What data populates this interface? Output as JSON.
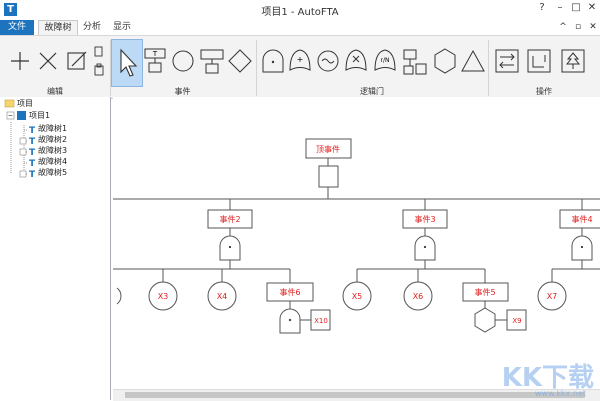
{
  "window": {
    "title": "项目1 - AutoFTA",
    "help": "?",
    "minimize": "–",
    "maximize": "□",
    "close": "✕",
    "ribbon_min": "^",
    "restore": "▫",
    "close2": "✕"
  },
  "tabs": {
    "file": "文件",
    "fault_tree": "故障树",
    "analysis": "分析",
    "display": "显示"
  },
  "ribbon": {
    "edit_label": "编辑",
    "event_label": "事件",
    "logic_label": "逻辑门",
    "operate_label": "操作",
    "gate_rn": "r/N"
  },
  "tree": {
    "root": "项目",
    "project": "项目1",
    "items": [
      "故障树1",
      "故障树2",
      "故障树3",
      "故障树4",
      "故障树5"
    ]
  },
  "diagram": {
    "top": "顶事件",
    "events": [
      "事件2",
      "事件3",
      "事件4",
      "事件6",
      "事件5"
    ],
    "basic": [
      "X3",
      "X4",
      "X5",
      "X6",
      "X7",
      "X10",
      "X9"
    ]
  },
  "watermark": {
    "main": "KK下载",
    "url": "www.kkx.net"
  },
  "colors": {
    "accent": "#1e73be",
    "red": "#e02020"
  }
}
